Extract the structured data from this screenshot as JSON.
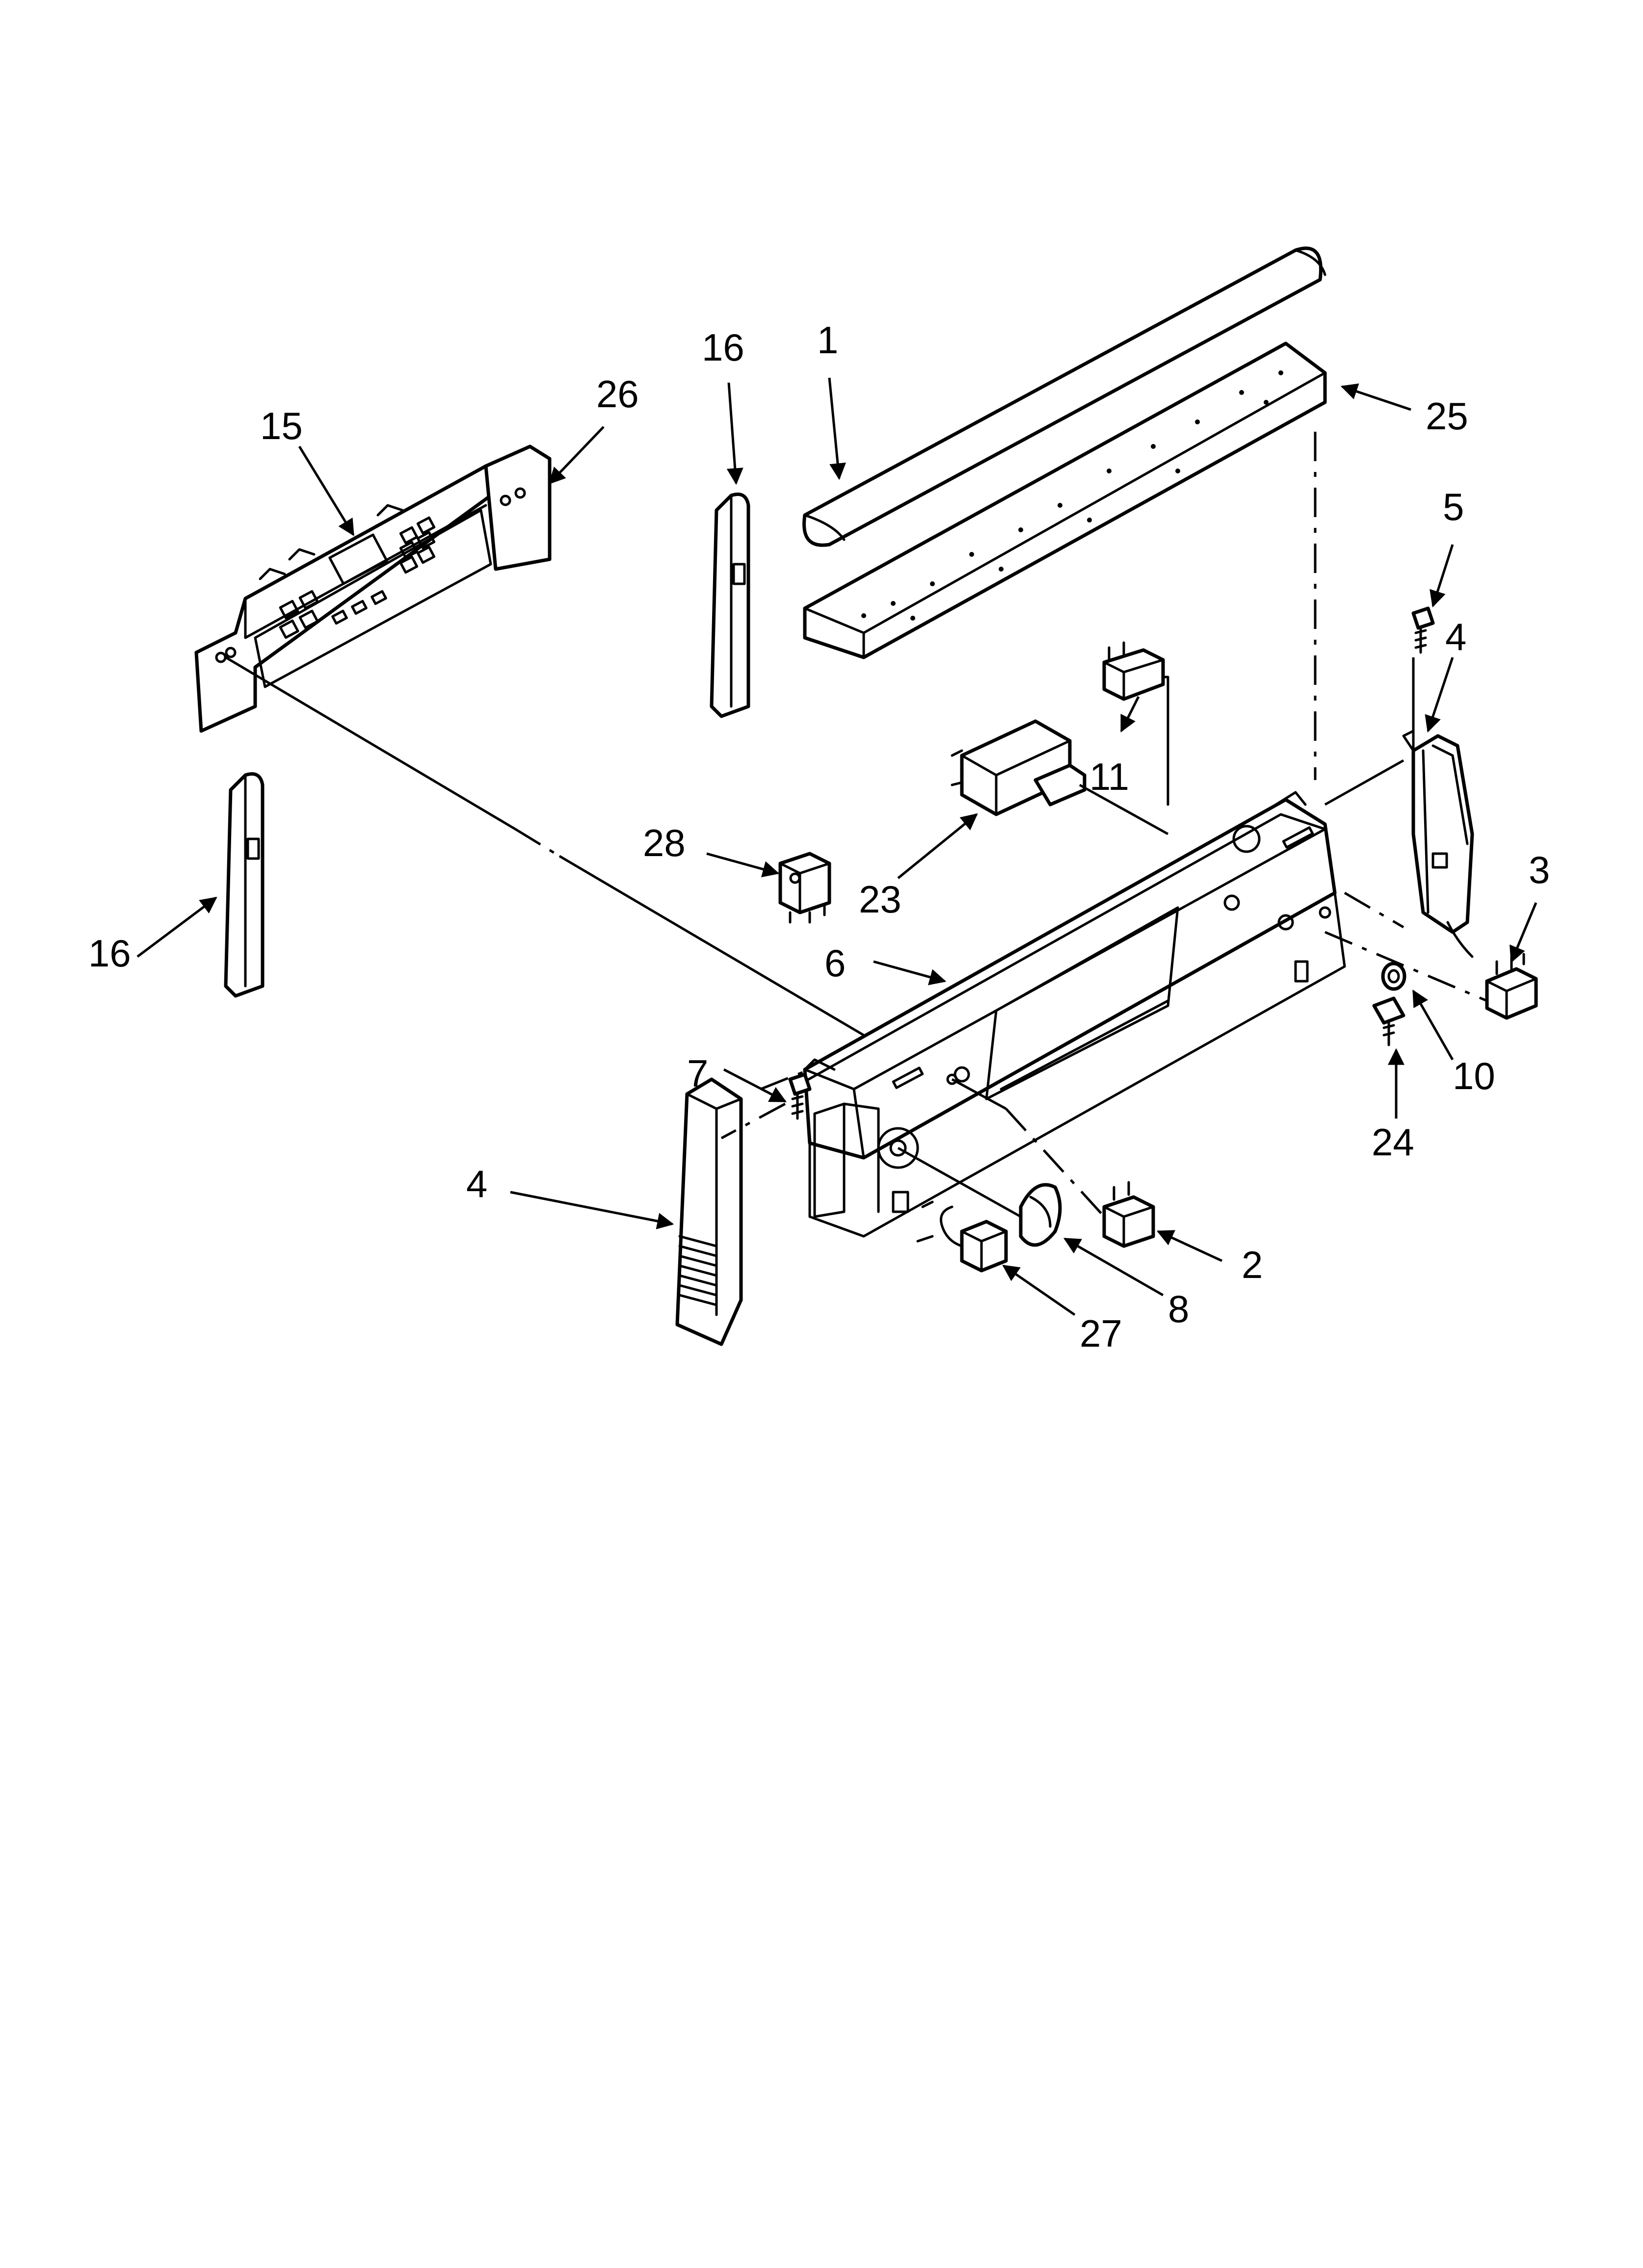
{
  "diagram": {
    "callouts": [
      {
        "id": "c1",
        "label": "1"
      },
      {
        "id": "c2",
        "label": "2"
      },
      {
        "id": "c3",
        "label": "3"
      },
      {
        "id": "c4a",
        "label": "4"
      },
      {
        "id": "c4b",
        "label": "4"
      },
      {
        "id": "c5",
        "label": "5"
      },
      {
        "id": "c6",
        "label": "6"
      },
      {
        "id": "c7",
        "label": "7"
      },
      {
        "id": "c8",
        "label": "8"
      },
      {
        "id": "c10",
        "label": "10"
      },
      {
        "id": "c11",
        "label": "11"
      },
      {
        "id": "c15",
        "label": "15"
      },
      {
        "id": "c16a",
        "label": "16"
      },
      {
        "id": "c16b",
        "label": "16"
      },
      {
        "id": "c23",
        "label": "23"
      },
      {
        "id": "c24",
        "label": "24"
      },
      {
        "id": "c25",
        "label": "25"
      },
      {
        "id": "c26",
        "label": "26"
      },
      {
        "id": "c27",
        "label": "27"
      },
      {
        "id": "c28",
        "label": "28"
      }
    ]
  }
}
